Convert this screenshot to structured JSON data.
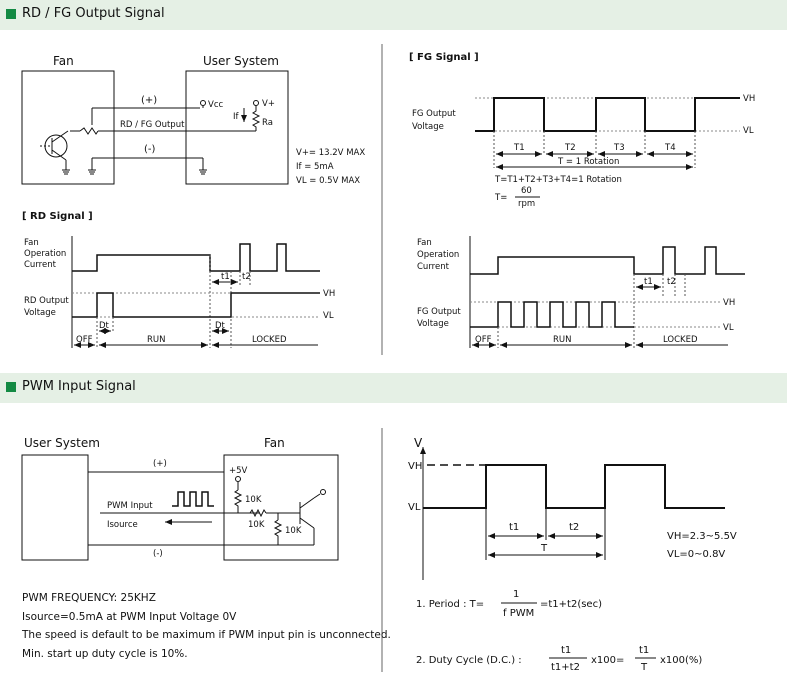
{
  "sections": {
    "rdfg_title": "RD / FG Output Signal",
    "pwm_title": "PWM Input Signal"
  },
  "rd_circuit": {
    "fan_label": "Fan",
    "user_label": "User System",
    "plus": "(+)",
    "minus": "(-)",
    "line_label": "RD / FG Output",
    "vcc": "Vcc",
    "vplus": "V+",
    "if_label": "If",
    "ra_label": "Ra",
    "spec_vplus": "V+= 13.2V MAX",
    "spec_if": "If   = 5mA",
    "spec_vl": "VL = 0.5V MAX"
  },
  "fg_signal": {
    "title": "[ FG Signal ]",
    "fg_output": "FG Output",
    "voltage": "Voltage",
    "vh": "VH",
    "vl": "VL",
    "t1": "T1",
    "t2": "T2",
    "t3": "T3",
    "t4": "T4",
    "rotation": "T = 1 Rotation",
    "sum": "T=T1+T2+T3+T4=1 Rotation",
    "t_eq": "T=",
    "num": "60",
    "den": "rpm"
  },
  "rd_signal": {
    "title": "[ RD Signal ]",
    "fan": "Fan",
    "operation": "Operation",
    "current": "Current",
    "rd_output": "RD Output",
    "voltage": "Voltage",
    "t1": "t1",
    "t2": "t2",
    "dt": "Dt",
    "vh": "VH",
    "vl": "VL",
    "off": "OFF",
    "run": "RUN",
    "locked": "LOCKED"
  },
  "fg_timing": {
    "fan": "Fan",
    "operation": "Operation",
    "current": "Current",
    "fg_output": "FG Output",
    "voltage": "Voltage",
    "t1": "t1",
    "t2": "t2",
    "vh": "VH",
    "vl": "VL",
    "off": "OFF",
    "run": "RUN",
    "locked": "LOCKED"
  },
  "pwm_circuit": {
    "user_label": "User System",
    "fan_label": "Fan",
    "plus": "(+)",
    "minus": "(-)",
    "pwm_input": "PWM Input",
    "isource": "Isource",
    "v5": "+5V",
    "r1": "10K",
    "r2": "10K",
    "r3": "10K"
  },
  "pwm_wave": {
    "v": "V",
    "vh": "VH",
    "vl": "VL",
    "t1": "t1",
    "t2": "t2",
    "t": "T",
    "vh_range": "VH=2.3~5.5V",
    "vl_range": "VL=0~0.8V"
  },
  "formulas": {
    "period_label": "1. Period : T=",
    "period_num": "1",
    "period_den": "f PWM",
    "period_rhs": "=t1+t2(sec)",
    "duty_label": "2. Duty Cycle (D.C.) :",
    "duty_num1": "t1",
    "duty_den1": "t1+t2",
    "duty_mid": "x100=",
    "duty_num2": "t1",
    "duty_den2": "T",
    "duty_rhs": "x100(%)"
  },
  "notes": {
    "line1": "PWM FREQUENCY: 25KHZ",
    "line2": "Isource=0.5mA at PWM Input Voltage 0V",
    "line3": "The speed is default to be maximum if PWM input pin is unconnected.",
    "line4": "Min. start up duty cycle is 10%."
  }
}
